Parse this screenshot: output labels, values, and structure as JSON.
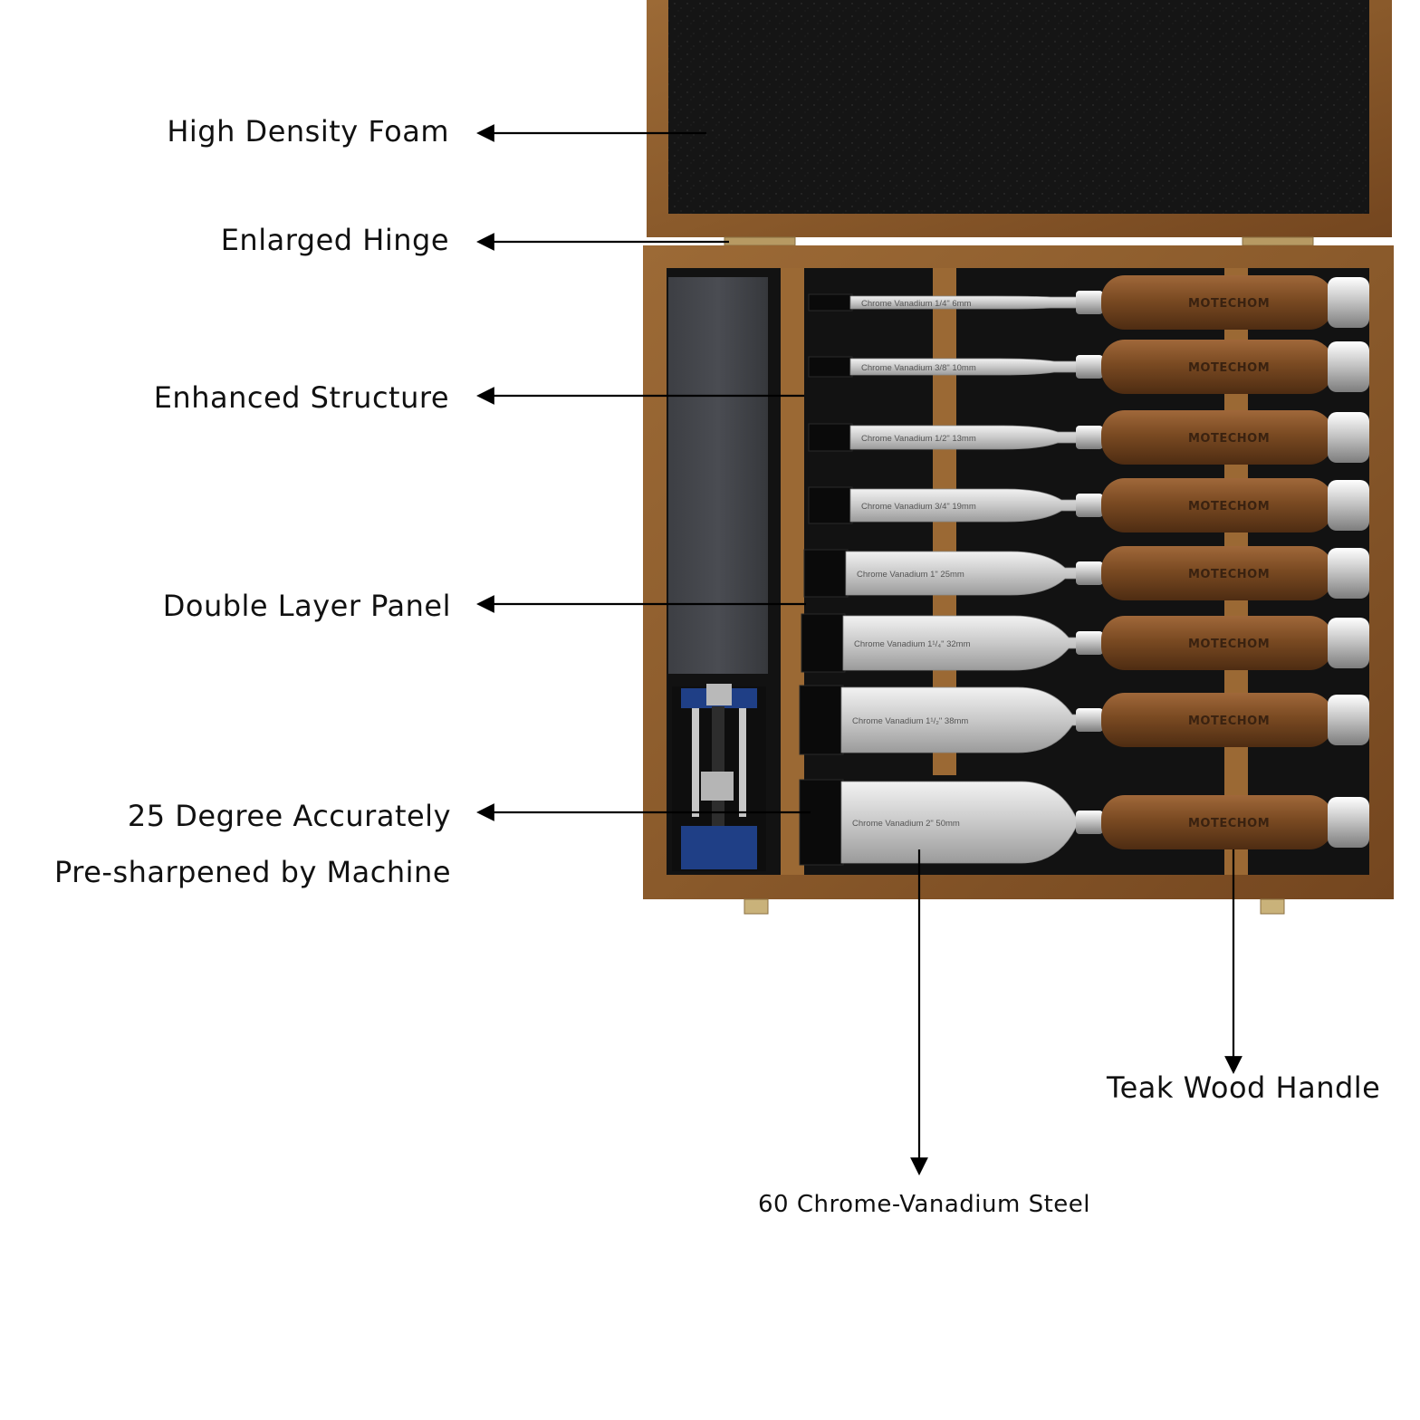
{
  "callouts": {
    "foam": "High Density Foam",
    "hinge": "Enlarged Hinge",
    "structure": "Enhanced Structure",
    "panel": "Double Layer Panel",
    "degree_line1": "25 Degree Accurately",
    "degree_line2": "Pre-sharpened by Machine",
    "handle": "Teak Wood Handle",
    "steel": "60 Chrome-Vanadium Steel"
  },
  "brand": "MOTECHOM",
  "chisels": [
    {
      "engraving": "Chrome Vanadium  1/4\"  6mm"
    },
    {
      "engraving": "Chrome Vanadium  3/8\"  10mm"
    },
    {
      "engraving": "Chrome Vanadium  1/2\"  13mm"
    },
    {
      "engraving": "Chrome Vanadium  3/4\"  19mm"
    },
    {
      "engraving": "Chrome Vanadium  1\"  25mm"
    },
    {
      "engraving": "Chrome Vanadium  1¹/₄\"  32mm"
    },
    {
      "engraving": "Chrome Vanadium  1¹/₂\"  38mm"
    },
    {
      "engraving": "Chrome Vanadium  2\"  50mm"
    }
  ],
  "colors": {
    "wood": "#8a5a2b",
    "foam": "#161616",
    "steel": "#d8d8d8",
    "handle": "#7a4a22",
    "guide": "#1f3f86"
  }
}
